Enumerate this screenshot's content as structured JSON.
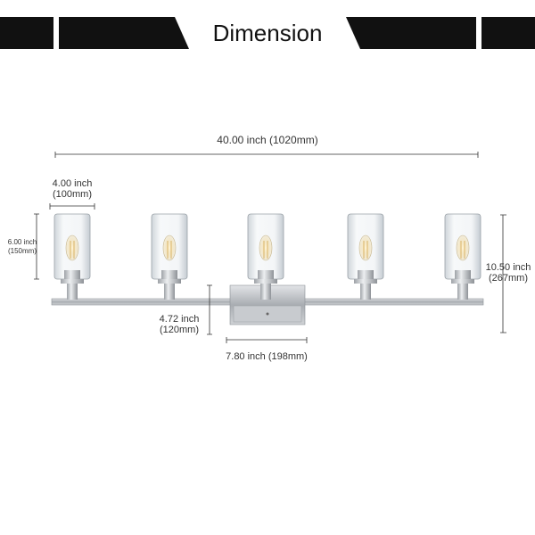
{
  "banner": {
    "title": "Dimension"
  },
  "dimensions": {
    "overall_width": "40.00 inch (1020mm)",
    "shade_width_inch": "4.00 inch",
    "shade_width_mm": "(100mm)",
    "shade_height_inch": "6.00 inch",
    "shade_height_mm": "(150mm)",
    "overall_height_inch": "10.50 inch",
    "overall_height_mm": "(267mm)",
    "backplate_height_inch": "4.72 inch",
    "backplate_height_mm": "(120mm)",
    "backplate_width": "7.80 inch (198mm)"
  },
  "colors": {
    "banner": "#111111",
    "metal": "#b9bcc0",
    "glass": "#e8ecef",
    "bulb_glow": "#e9c878",
    "dim_line": "#333333"
  }
}
